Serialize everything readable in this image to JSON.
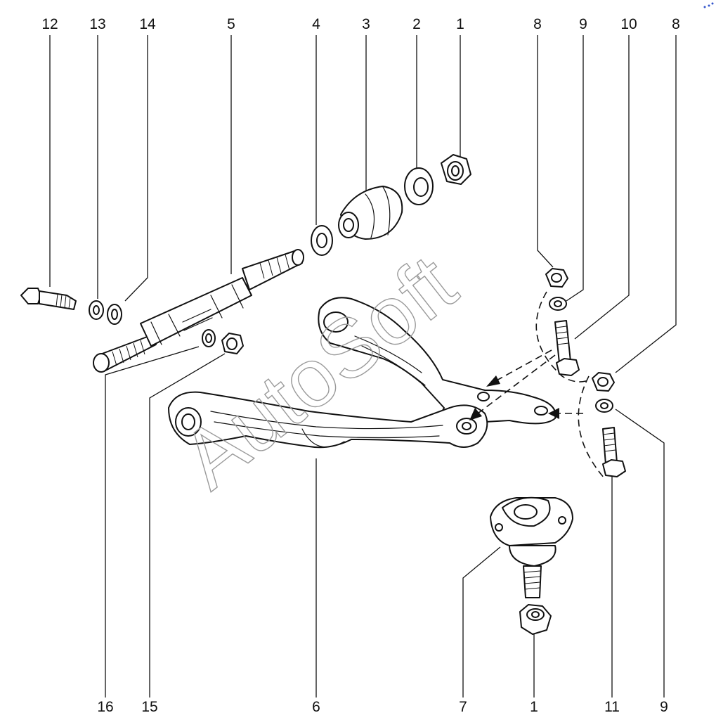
{
  "watermark": "AutoSoft",
  "labels": {
    "top": [
      "12",
      "13",
      "14",
      "5",
      "4",
      "3",
      "2",
      "1",
      "8",
      "9",
      "10",
      "8"
    ],
    "bottom": [
      "16",
      "15",
      "6",
      "7",
      "1",
      "11",
      "9"
    ]
  }
}
